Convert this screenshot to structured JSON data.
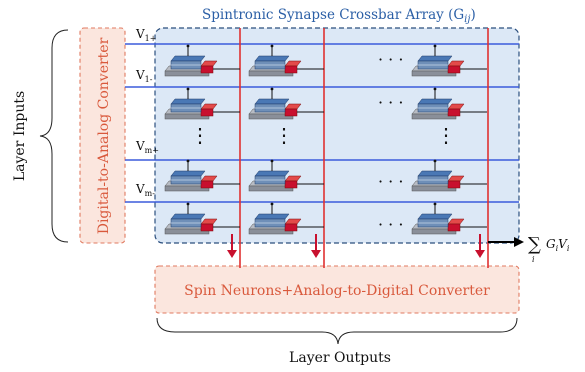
{
  "diagram": {
    "crossbar_title": "Spintronic Synapse Crossbar Array (G",
    "crossbar_title_sub": "ij",
    "crossbar_title_close": ")",
    "dac_label": "Digital-to-Analog Converter",
    "neuron_label": "Spin Neurons+Analog-to-Digital Converter",
    "layer_inputs": "Layer Inputs",
    "layer_outputs": "Layer Outputs",
    "ellipsis": "· · ·",
    "vertical_ellipsis": "⋮",
    "sum_sigma": "∑",
    "sum_index": "i",
    "sum_term": "G",
    "sum_term_sub": "i",
    "sum_term_v": "V",
    "sum_term_v_sub": "i",
    "row_labels": [
      {
        "main": "V",
        "sub": "1+"
      },
      {
        "main": "V",
        "sub": "1-"
      },
      {
        "main": "V",
        "sub": "m+"
      },
      {
        "main": "V",
        "sub": "m-"
      }
    ],
    "colors": {
      "crossbar_fill": "#dce8f6",
      "crossbar_border": "#2b4f7e",
      "box_fill": "#fbe6de",
      "box_border": "#e07a60",
      "box_text": "#d9593c",
      "row_line": "#3b5bdb",
      "column_line": "#e03131",
      "title_text": "#2b5fa6",
      "device_top": "#4a78b5",
      "device_body": "#6f8fb8",
      "device_red": "#c8102e"
    }
  }
}
